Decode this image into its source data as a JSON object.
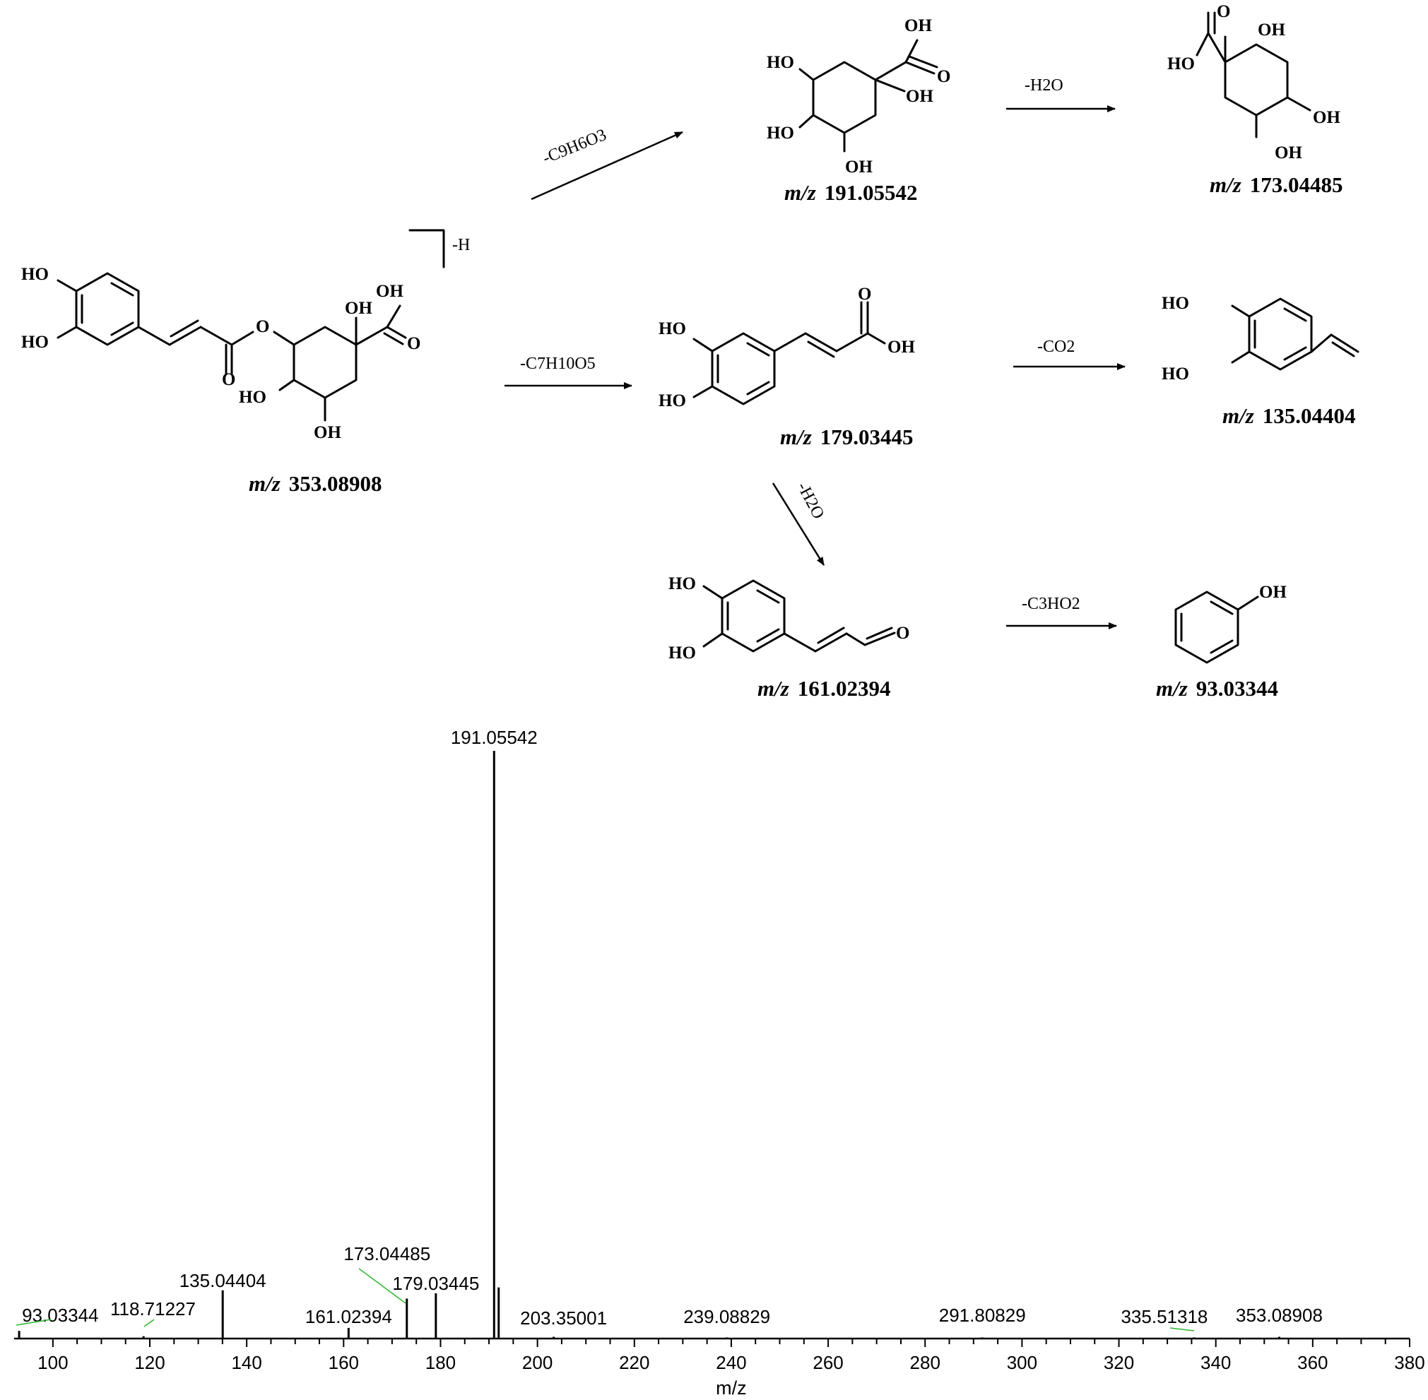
{
  "scheme": {
    "parent": {
      "ion_prefix": "m/z",
      "ion": "353.08908",
      "charge": "-H"
    },
    "fragments": [
      {
        "id": "f191",
        "mz": "191.05542",
        "loss": "-C9H6O3"
      },
      {
        "id": "f173",
        "mz": "173.04485",
        "loss": "-H2O"
      },
      {
        "id": "f179",
        "mz": "179.03445",
        "loss": "-C7H10O5"
      },
      {
        "id": "f135",
        "mz": "135.04404",
        "loss": "-CO2"
      },
      {
        "id": "f161",
        "mz": "161.02394",
        "loss": "-H2O"
      },
      {
        "id": "f93",
        "mz": "93.03344",
        "loss": "-C3HO2"
      }
    ],
    "atom_labels": {
      "hydroxyl": "HO",
      "hydroxyl_right": "OH",
      "oxygen": "O"
    }
  },
  "chart_data": {
    "type": "bar",
    "xlabel": "m/z",
    "ylabel": "",
    "xlim": [
      92,
      380
    ],
    "ylim": [
      0,
      100
    ],
    "xticks": [
      100,
      120,
      140,
      160,
      180,
      200,
      220,
      240,
      260,
      280,
      300,
      320,
      340,
      360,
      380
    ],
    "peaks": [
      {
        "mz": 93.03344,
        "intensity": 1.3,
        "label": "93.03344"
      },
      {
        "mz": 118.71227,
        "intensity": 0.4,
        "label": "118.71227"
      },
      {
        "mz": 135.04404,
        "intensity": 8.2,
        "label": "135.04404"
      },
      {
        "mz": 161.02394,
        "intensity": 1.8,
        "label": "161.02394"
      },
      {
        "mz": 173.04485,
        "intensity": 6.8,
        "label": "173.04485"
      },
      {
        "mz": 179.03445,
        "intensity": 7.7,
        "label": "179.03445"
      },
      {
        "mz": 191.05542,
        "intensity": 100,
        "label": "191.05542"
      },
      {
        "mz": 192.0,
        "intensity": 8.7,
        "label": ""
      },
      {
        "mz": 203.35001,
        "intensity": 0.3,
        "label": "203.35001"
      },
      {
        "mz": 239.08829,
        "intensity": 0.2,
        "label": "239.08829"
      },
      {
        "mz": 291.80829,
        "intensity": 0.2,
        "label": "291.80829"
      },
      {
        "mz": 335.51318,
        "intensity": 0.2,
        "label": "335.51318"
      },
      {
        "mz": 353.08908,
        "intensity": 0.3,
        "label": "353.08908"
      }
    ]
  }
}
